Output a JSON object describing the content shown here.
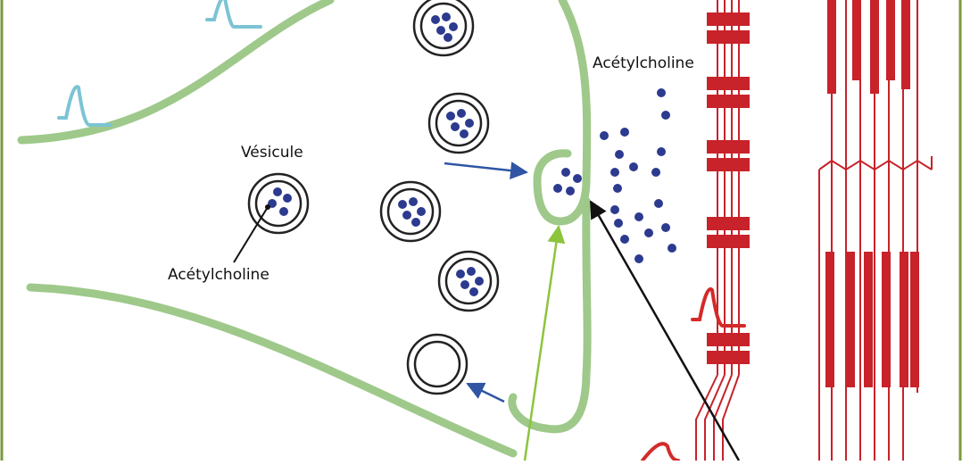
{
  "labels": {
    "vesicule": "Vésicule",
    "acetylcholine_vesicle": "Acétylcholine",
    "acetylcholine_cleft": "Acétylcholine"
  },
  "colors": {
    "border": "#7a9a3c",
    "neuron_membrane": "#9ec98a",
    "action_potential_neuron": "#7cc4d4",
    "action_potential_muscle": "#d42a2a",
    "muscle": "#c8222a",
    "vesicle_ring": "#222222",
    "acetylcholine_molecule": "#2c3a8f",
    "arrow_blue": "#2f55a4",
    "arrow_green": "#8cc43c",
    "arrow_black": "#111111"
  }
}
